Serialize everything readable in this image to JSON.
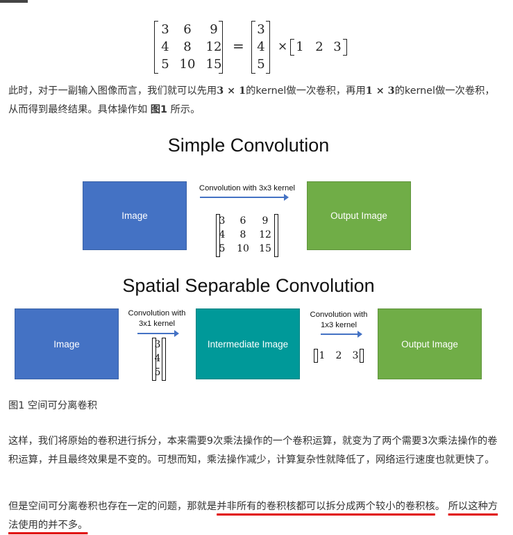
{
  "equation": {
    "left_matrix": [
      [
        "3",
        "6",
        "9"
      ],
      [
        "4",
        "8",
        "12"
      ],
      [
        "5",
        "10",
        "15"
      ]
    ],
    "equals": "=",
    "column_vector": [
      "3",
      "4",
      "5"
    ],
    "times": "×",
    "row_vector": [
      "1",
      "2",
      "3"
    ]
  },
  "para1": {
    "p1": "此时，对于一副输入图像而言，我们就可以先用",
    "m1": "3 × 1",
    "p2": "的kernel做一次卷积，再用",
    "m2": "1 × 3",
    "p3": "的kernel做一次卷积，从而得到最终结果。具体操作如 ",
    "fig_ref": "图1",
    "p4": " 所示。"
  },
  "figure": {
    "top_title": "Simple Convolution",
    "top_left_box": "Image",
    "top_arrow_label": "Convolution with 3x3 kernel",
    "top_right_box": "Output Image",
    "top_matrix": [
      [
        "3",
        "6",
        "9"
      ],
      [
        "4",
        "8",
        "12"
      ],
      [
        "5",
        "10",
        "15"
      ]
    ],
    "bottom_title": "Spatial Separable Convolution",
    "bottom_left_box": "Image",
    "bottom_arrow1_label_line1": "Convolution with",
    "bottom_arrow1_label_line2": "3x1 kernel",
    "bottom_col_vector": [
      "3",
      "4",
      "5"
    ],
    "bottom_middle_box": "Intermediate Image",
    "bottom_arrow2_label_line1": "Convolution with",
    "bottom_arrow2_label_line2": "1x3 kernel",
    "bottom_row_vector": [
      "1",
      "2",
      "3"
    ],
    "bottom_right_box": "Output Image",
    "colors": {
      "blue": "#4472c4",
      "green": "#70ad47",
      "teal": "#009999"
    }
  },
  "caption": "图1 空间可分离卷积",
  "para2": "这样，我们将原始的卷积进行拆分，本来需要9次乘法操作的一个卷积运算，就变为了两个需要3次乘法操作的卷积运算，并且最终效果是不变的。可想而知，乘法操作减少，计算复杂性就降低了，网络运行速度也就更快了。",
  "para3": {
    "plain": "但是空间可分离卷积也存在一定的问题，那就是",
    "underlined1": "并非所有的卷积核都可以拆分成两个较小的卷积核",
    "sep": "。",
    "underlined2": "所以这种方法使用的并不多。"
  },
  "underline_color": "#e00000"
}
